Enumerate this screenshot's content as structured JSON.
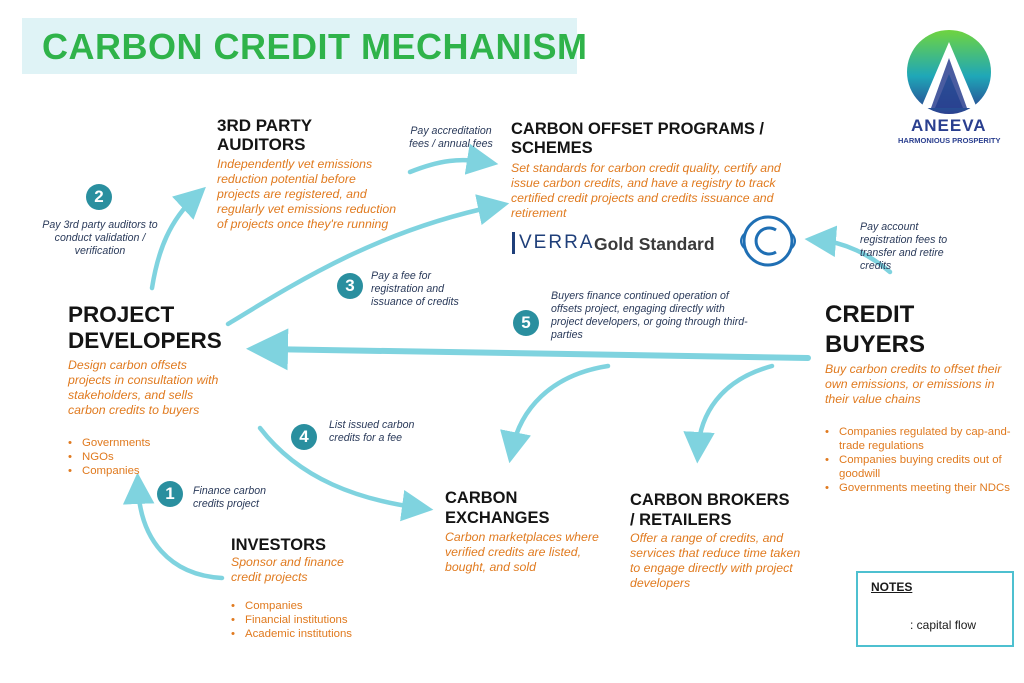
{
  "title": "CARBON CREDIT MECHANISM",
  "logo": {
    "name": "ANEEVA",
    "tagline": "HARMONIOUS PROSPERITY"
  },
  "entities": {
    "third_party_auditors": {
      "title_1": "3RD PARTY",
      "title_2": "AUDITORS",
      "description": "Independently vet emissions reduction potential before projects are registered, and regularly vet emissions reduction of projects once they're running"
    },
    "offset_programs": {
      "title_1": "CARBON OFFSET PROGRAMS /",
      "title_2": "SCHEMES",
      "description": "Set standards for carbon credit quality, certify and issue carbon credits, and have a registry to track certified credit projects and credits issuance and retirement",
      "logos": [
        "VERRA",
        "Gold Standard"
      ]
    },
    "project_developers": {
      "title_1": "PROJECT",
      "title_2": "DEVELOPERS",
      "description": "Design carbon offsets projects in consultation with stakeholders, and sells carbon credits to buyers",
      "bullets": [
        "Governments",
        "NGOs",
        "Companies"
      ]
    },
    "credit_buyers": {
      "title_1": "CREDIT",
      "title_2": "BUYERS",
      "description": "Buy carbon credits to offset their own emissions, or emissions in their value chains",
      "bullets": [
        "Companies regulated by cap-and-trade regulations",
        "Companies buying credits out of goodwill",
        "Governments meeting their NDCs"
      ]
    },
    "investors": {
      "title": "INVESTORS",
      "description": "Sponsor and finance credit projects",
      "bullets": [
        "Companies",
        "Financial institutions",
        "Academic institutions"
      ]
    },
    "carbon_exchanges": {
      "title_1": "CARBON",
      "title_2": "EXCHANGES",
      "description": "Carbon marketplaces where verified credits are listed, bought, and sold"
    },
    "brokers": {
      "title_1": "CARBON BROKERS",
      "title_2": "/ RETAILERS",
      "description": "Offer a range of credits, and services that reduce time taken to engage directly with project developers"
    }
  },
  "flows": [
    {
      "number": "1",
      "label": "Finance carbon credits project"
    },
    {
      "number": "2",
      "label": "Pay 3rd party auditors to conduct validation / verification"
    },
    {
      "number": "3",
      "label": "Pay a fee for registration and issuance of credits"
    },
    {
      "number": "4",
      "label": "List issued carbon credits for a fee"
    },
    {
      "number": "5",
      "label": "Buyers finance continued operation of offsets project, engaging directly with project developers, or going through third-parties"
    }
  ],
  "other_flows": {
    "accreditation": "Pay accreditation fees / annual fees",
    "account_registration": "Pay account registration fees to transfer and retire credits"
  },
  "notes": {
    "title": "NOTES",
    "label": ": capital flow"
  },
  "colors": {
    "title": "#2fb34a",
    "description": "#e07a1f",
    "arrow": "#7fd3df",
    "badge": "#2a8f9f",
    "heading": "#141414"
  }
}
